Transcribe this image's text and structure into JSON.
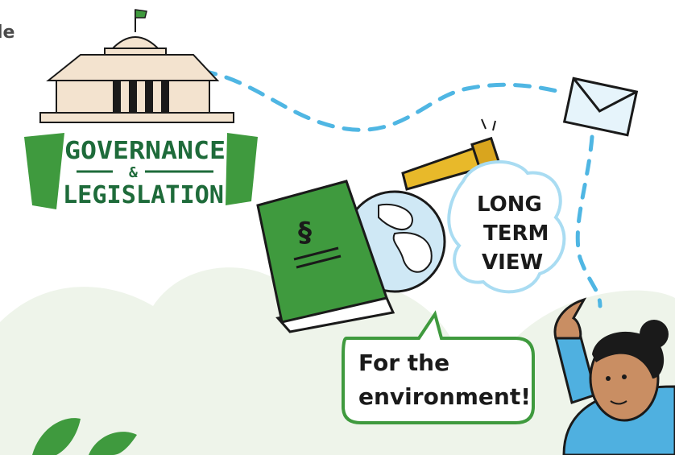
{
  "clipped_heading": "le",
  "governance": {
    "line1": "GOVERNANCE",
    "amp": "&",
    "line2": "LEGISLATION"
  },
  "book": {
    "symbol": "§"
  },
  "cloud": {
    "line1": "LONG",
    "line2": "TERM",
    "line3": "VIEW"
  },
  "speech_bubble": {
    "line1": "For the",
    "line2": "environment!"
  },
  "colors": {
    "green_dark": "#2f8a3c",
    "green_book": "#3f9a3e",
    "blue_dash": "#4fb6e3",
    "building": "#f3e3cf",
    "background_hill": "#eef4ea",
    "telescope": "#e8b92a",
    "person_shirt": "#4fb0e0"
  },
  "icons": [
    "building-icon",
    "flag-icon",
    "envelope-icon",
    "book-icon",
    "globe-icon",
    "telescope-icon",
    "cloud-icon",
    "person-icon"
  ]
}
